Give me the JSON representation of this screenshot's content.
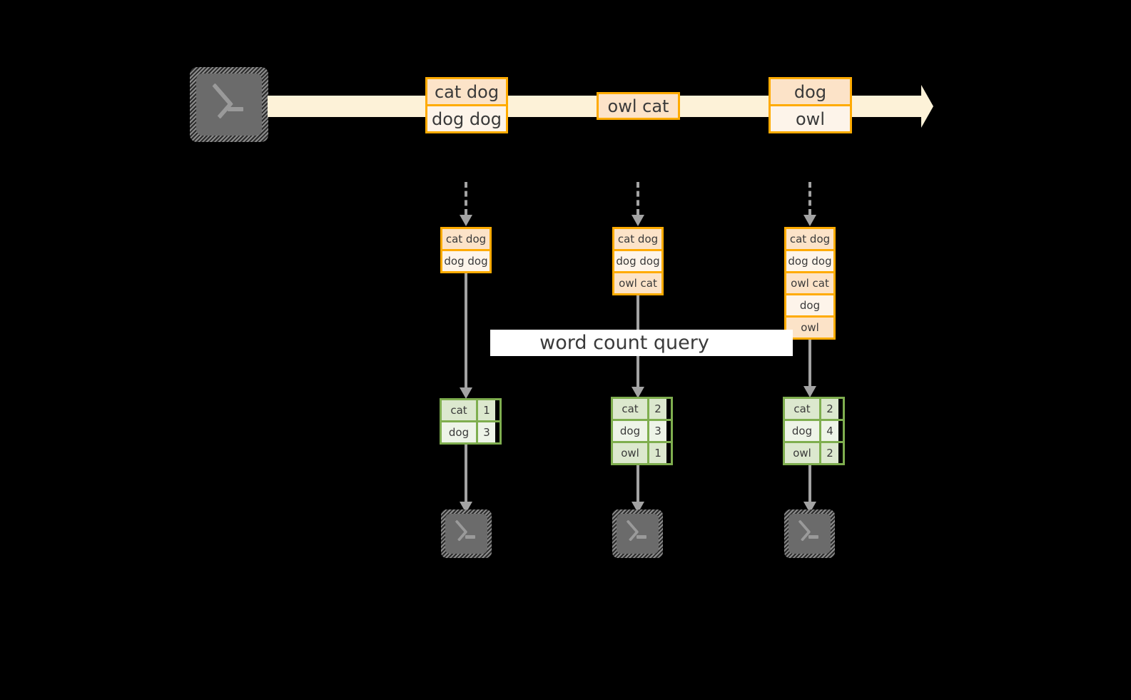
{
  "diagram": {
    "title": "stream word count query",
    "colors": {
      "background": "#000000",
      "stream_fill": "#fdf2d8",
      "record_border": "#ffab00",
      "record_dark": "#fce3c8",
      "record_light": "#fdf4ea",
      "result_border": "#7fae4f",
      "result_dark": "#dce8ce",
      "result_light": "#eef4e8",
      "arrow_gray": "#a3a3a3",
      "terminal_gray": "#6b6b6b",
      "label_band": "#ffffff",
      "text": "#3a3a3a"
    },
    "source": {
      "icon": "terminal-icon",
      "glyph": ">_"
    },
    "stream": {
      "direction": "left-to-right",
      "records": [
        {
          "id": "rec-1",
          "lines": [
            {
              "text": "cat dog",
              "shade": "dark"
            },
            {
              "text": "dog dog",
              "shade": "light"
            }
          ]
        },
        {
          "id": "rec-2",
          "lines": [
            {
              "text": "owl cat",
              "shade": "dark"
            }
          ]
        },
        {
          "id": "rec-3",
          "lines": [
            {
              "text": "dog",
              "shade": "dark"
            },
            {
              "text": "owl",
              "shade": "light"
            }
          ]
        }
      ]
    },
    "query_label": "word count query",
    "columns": [
      {
        "id": "col-1",
        "snapshot": [
          {
            "text": "cat dog",
            "shade": "dark"
          },
          {
            "text": "dog dog",
            "shade": "light"
          }
        ],
        "result": {
          "rows": [
            {
              "word": "cat",
              "count": "1",
              "shade": "dark"
            },
            {
              "word": "dog",
              "count": "3",
              "shade": "light"
            }
          ]
        },
        "sink": {
          "icon": "terminal-icon",
          "glyph": ">_"
        }
      },
      {
        "id": "col-2",
        "snapshot": [
          {
            "text": "cat dog",
            "shade": "dark"
          },
          {
            "text": "dog dog",
            "shade": "light"
          },
          {
            "text": "owl cat",
            "shade": "dark"
          }
        ],
        "result": {
          "rows": [
            {
              "word": "cat",
              "count": "2",
              "shade": "dark"
            },
            {
              "word": "dog",
              "count": "3",
              "shade": "light"
            },
            {
              "word": "owl",
              "count": "1",
              "shade": "dark"
            }
          ]
        },
        "sink": {
          "icon": "terminal-icon",
          "glyph": ">_"
        }
      },
      {
        "id": "col-3",
        "snapshot": [
          {
            "text": "cat dog",
            "shade": "dark"
          },
          {
            "text": "dog dog",
            "shade": "light"
          },
          {
            "text": "owl cat",
            "shade": "dark"
          },
          {
            "text": "dog",
            "shade": "light"
          },
          {
            "text": "owl",
            "shade": "dark"
          }
        ],
        "result": {
          "rows": [
            {
              "word": "cat",
              "count": "2",
              "shade": "dark"
            },
            {
              "word": "dog",
              "count": "4",
              "shade": "light"
            },
            {
              "word": "owl",
              "count": "2",
              "shade": "dark"
            }
          ]
        },
        "sink": {
          "icon": "terminal-icon",
          "glyph": ">_"
        }
      }
    ]
  }
}
